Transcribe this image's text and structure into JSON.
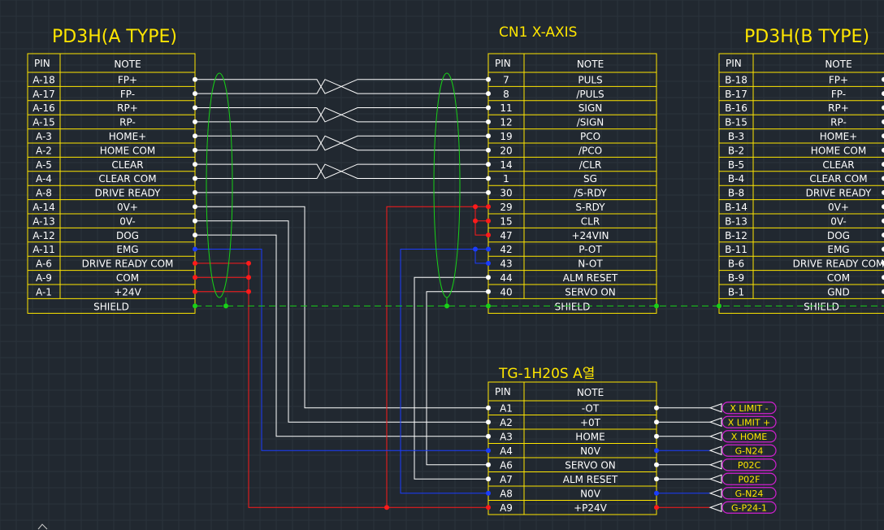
{
  "colors": {
    "background": "#212830",
    "table_border": "#ffe600",
    "title": "#ffe600",
    "text": "#ffffff",
    "wire_white": "#ffffff",
    "wire_red": "#ff1a1a",
    "wire_blue": "#1a3cff",
    "shield_green": "#18d018",
    "tag_border": "#d020d0"
  },
  "tables": {
    "pd3h_a": {
      "title": "PD3H(A TYPE)",
      "headers": [
        "PIN",
        "NOTE"
      ],
      "rows": [
        [
          "A-18",
          "FP+"
        ],
        [
          "A-17",
          "FP-"
        ],
        [
          "A-16",
          "RP+"
        ],
        [
          "A-15",
          "RP-"
        ],
        [
          "A-3",
          "HOME+"
        ],
        [
          "A-2",
          "HOME COM"
        ],
        [
          "A-5",
          "CLEAR"
        ],
        [
          "A-4",
          "CLEAR COM"
        ],
        [
          "A-8",
          "DRIVE READY"
        ],
        [
          "A-14",
          "0V+"
        ],
        [
          "A-13",
          "0V-"
        ],
        [
          "A-12",
          "DOG"
        ],
        [
          "A-11",
          "EMG"
        ],
        [
          "A-6",
          "DRIVE READY COM"
        ],
        [
          "A-9",
          "COM"
        ],
        [
          "A-1",
          "+24V"
        ]
      ],
      "footer": "SHIELD"
    },
    "cn1": {
      "title": "CN1 X-AXIS",
      "headers": [
        "PIN",
        "NOTE"
      ],
      "rows": [
        [
          "7",
          "PULS"
        ],
        [
          "8",
          "/PULS"
        ],
        [
          "11",
          "SIGN"
        ],
        [
          "12",
          "/SIGN"
        ],
        [
          "19",
          "PCO"
        ],
        [
          "20",
          "/PCO"
        ],
        [
          "14",
          "/CLR"
        ],
        [
          "1",
          "SG"
        ],
        [
          "30",
          "/S-RDY"
        ],
        [
          "29",
          "S-RDY"
        ],
        [
          "15",
          "CLR"
        ],
        [
          "47",
          "+24VIN"
        ],
        [
          "42",
          "P-OT"
        ],
        [
          "43",
          "N-OT"
        ],
        [
          "44",
          "ALM RESET"
        ],
        [
          "40",
          "SERVO ON"
        ]
      ],
      "footer": "SHIELD"
    },
    "pd3h_b": {
      "title": "PD3H(B TYPE)",
      "headers": [
        "PIN",
        "NOTE"
      ],
      "rows": [
        [
          "B-18",
          "FP+"
        ],
        [
          "B-17",
          "FP-"
        ],
        [
          "B-16",
          "RP+"
        ],
        [
          "B-15",
          "RP-"
        ],
        [
          "B-3",
          "HOME+"
        ],
        [
          "B-2",
          "HOME COM"
        ],
        [
          "B-5",
          "CLEAR"
        ],
        [
          "B-4",
          "CLEAR COM"
        ],
        [
          "B-8",
          "DRIVE READY"
        ],
        [
          "B-14",
          "0V+"
        ],
        [
          "B-13",
          "0V-"
        ],
        [
          "B-12",
          "DOG"
        ],
        [
          "B-11",
          "EMG"
        ],
        [
          "B-6",
          "DRIVE READY COM"
        ],
        [
          "B-9",
          "COM"
        ],
        [
          "B-1",
          "GND"
        ]
      ],
      "footer": "SHIELD"
    },
    "tg": {
      "title": "TG-1H20S A열",
      "headers": [
        "PIN",
        "NOTE"
      ],
      "rows": [
        [
          "A1",
          "-OT"
        ],
        [
          "A2",
          "+0T"
        ],
        [
          "A3",
          "HOME"
        ],
        [
          "A4",
          "N0V"
        ],
        [
          "A6",
          "SERVO ON"
        ],
        [
          "A7",
          "ALM RESET"
        ],
        [
          "A8",
          "N0V"
        ],
        [
          "A9",
          "+P24V"
        ]
      ]
    }
  },
  "tags": [
    "X LIMIT -",
    "X LIMIT +",
    "X HOME",
    "G-N24",
    "P02C",
    "P02F",
    "G-N24",
    "G-P24-1"
  ]
}
